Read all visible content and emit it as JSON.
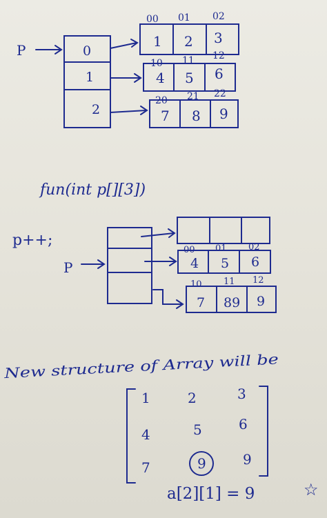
{
  "diagram1": {
    "pointer_label": "P",
    "row_indices": [
      "0",
      "1",
      "2"
    ],
    "rows": [
      {
        "indices": [
          "00",
          "01",
          "02"
        ],
        "values": [
          "1",
          "2",
          "3"
        ]
      },
      {
        "indices": [
          "10",
          "11",
          "12"
        ],
        "values": [
          "4",
          "5",
          "6"
        ]
      },
      {
        "indices": [
          "20",
          "21",
          "22"
        ],
        "values": [
          "7",
          "8",
          "9"
        ]
      }
    ]
  },
  "function_signature": "fun(int p[][3])",
  "diagram2": {
    "increment_label": "p++;",
    "pointer_label": "P",
    "rows": [
      {
        "indices": [
          "",
          "",
          ""
        ],
        "values": [
          "",
          "",
          ""
        ]
      },
      {
        "indices": [
          "00",
          "01",
          "02"
        ],
        "values": [
          "4",
          "5",
          "6"
        ]
      },
      {
        "indices": [
          "10",
          "11",
          "12"
        ],
        "values": [
          "7",
          "89",
          "9"
        ]
      }
    ]
  },
  "caption": "New structure of Array will be",
  "matrix": [
    [
      "1",
      "2",
      "3"
    ],
    [
      "4",
      "5",
      "6"
    ],
    [
      "7",
      "9",
      "9"
    ]
  ],
  "result": "a[2][1] = 9",
  "ink_color": "#1d2a8f"
}
